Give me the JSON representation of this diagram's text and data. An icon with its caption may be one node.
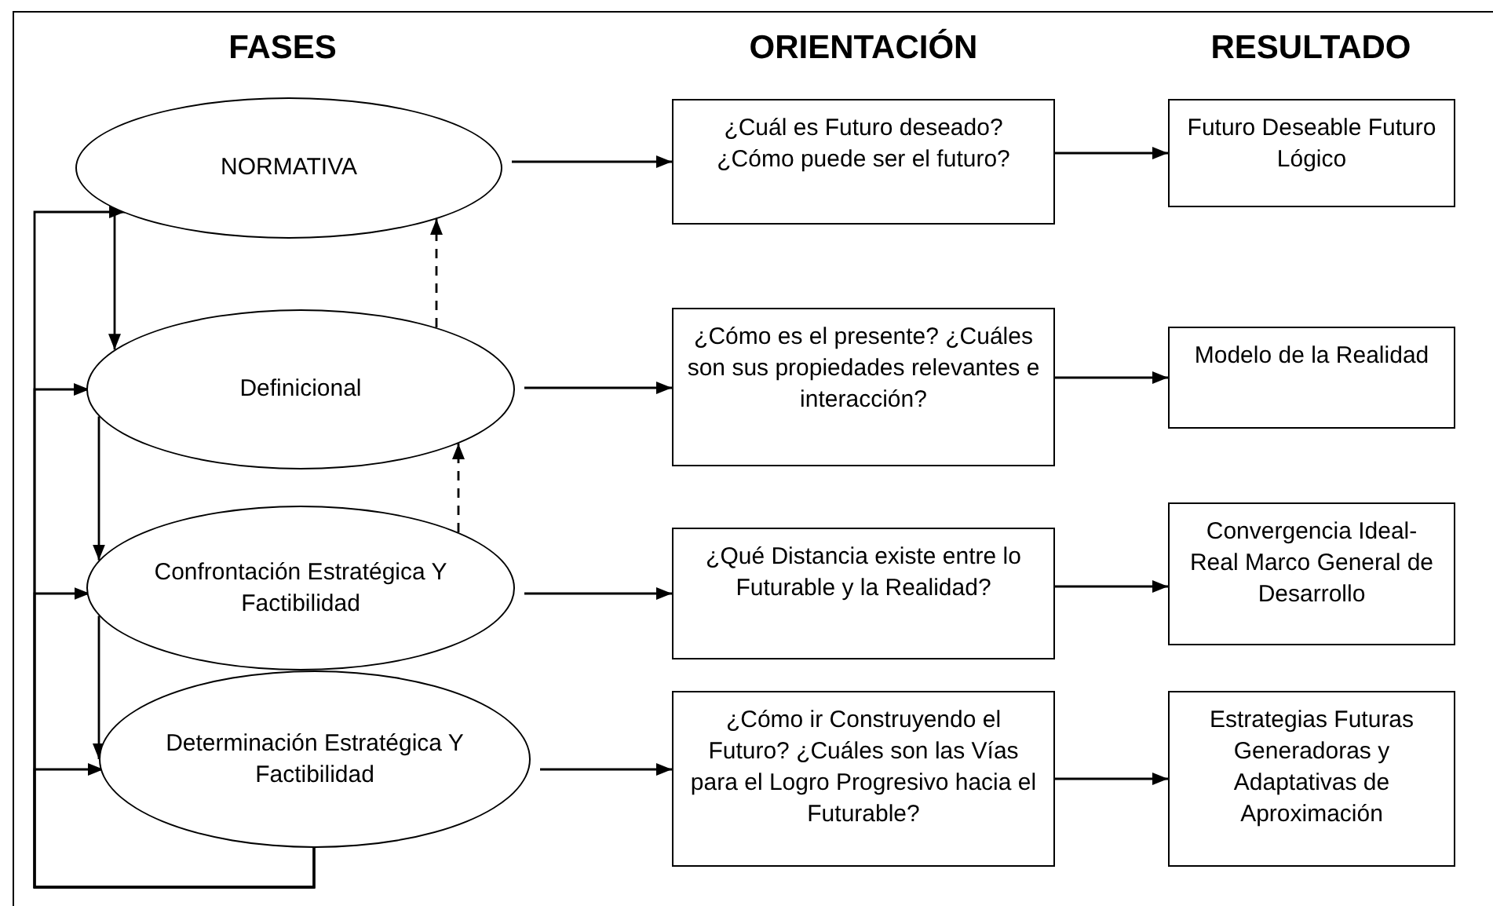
{
  "diagram": {
    "nodes": [
      {
        "text": [
          "FASES"
        ]
      },
      {
        "text": [
          "ORIENTACIÓN"
        ]
      },
      {
        "text": [
          "RESULTADO"
        ]
      },
      {
        "text": [
          "NORMATIVA"
        ]
      },
      {
        "text": [
          "Definicional"
        ]
      },
      {
        "text": [
          "Confrontación Estratégica Y Factibilidad"
        ]
      },
      {
        "text": [
          "Determinación Estratégica Y Factibilidad"
        ]
      },
      {
        "text": [
          "¿Cuál es  Futuro deseado? ¿Cómo puede ser el futuro?"
        ]
      },
      {
        "text": [
          "¿Cómo es el presente? ¿Cuáles son sus propiedades relevantes e interacción?"
        ]
      },
      {
        "text": [
          "¿Qué Distancia existe entre lo Futurable y la Realidad?"
        ]
      },
      {
        "text": [
          "¿Cómo ir Construyendo el Futuro? ¿Cuáles son las Vías para el Logro Progresivo hacia el Futurable?"
        ]
      },
      {
        "text": [
          "Futuro Deseable Futuro Lógico"
        ]
      },
      {
        "text": [
          "Modelo de la Realidad"
        ]
      },
      {
        "text": [
          "Convergencia Ideal-Real Marco General de Desarrollo"
        ]
      },
      {
        "text": [
          "Estrategias Futuras Generadoras y Adaptativas de Aproximación"
        ]
      }
    ],
    "edges": [
      {
        "from": 3,
        "to": 7,
        "arrow": "to"
      },
      {
        "from": 4,
        "to": 8,
        "arrow": "to"
      },
      {
        "from": 5,
        "to": 9,
        "arrow": "to"
      },
      {
        "from": 6,
        "to": 10,
        "arrow": "to"
      },
      {
        "from": 7,
        "to": 11,
        "arrow": "to"
      },
      {
        "from": 8,
        "to": 12,
        "arrow": "to"
      },
      {
        "from": 9,
        "to": 13,
        "arrow": "to"
      },
      {
        "from": 10,
        "to": 14,
        "arrow": "to"
      },
      {
        "from": 3,
        "to": 4,
        "arrow": "to"
      },
      {
        "from": 4,
        "to": 5,
        "arrow": "to"
      },
      {
        "from": 5,
        "to": 6,
        "arrow": "to"
      },
      {
        "from": 4,
        "to": 3,
        "arrow": "to",
        "style": "dashed"
      },
      {
        "from": 5,
        "to": 4,
        "arrow": "to",
        "style": "dashed"
      },
      {
        "from": 6,
        "to": 3,
        "arrow": "to"
      },
      {
        "from": 6,
        "to": 4,
        "arrow": "to"
      },
      {
        "from": 6,
        "to": 5,
        "arrow": "to"
      },
      {
        "from": 6,
        "to": 6,
        "arrow": "to"
      }
    ]
  }
}
